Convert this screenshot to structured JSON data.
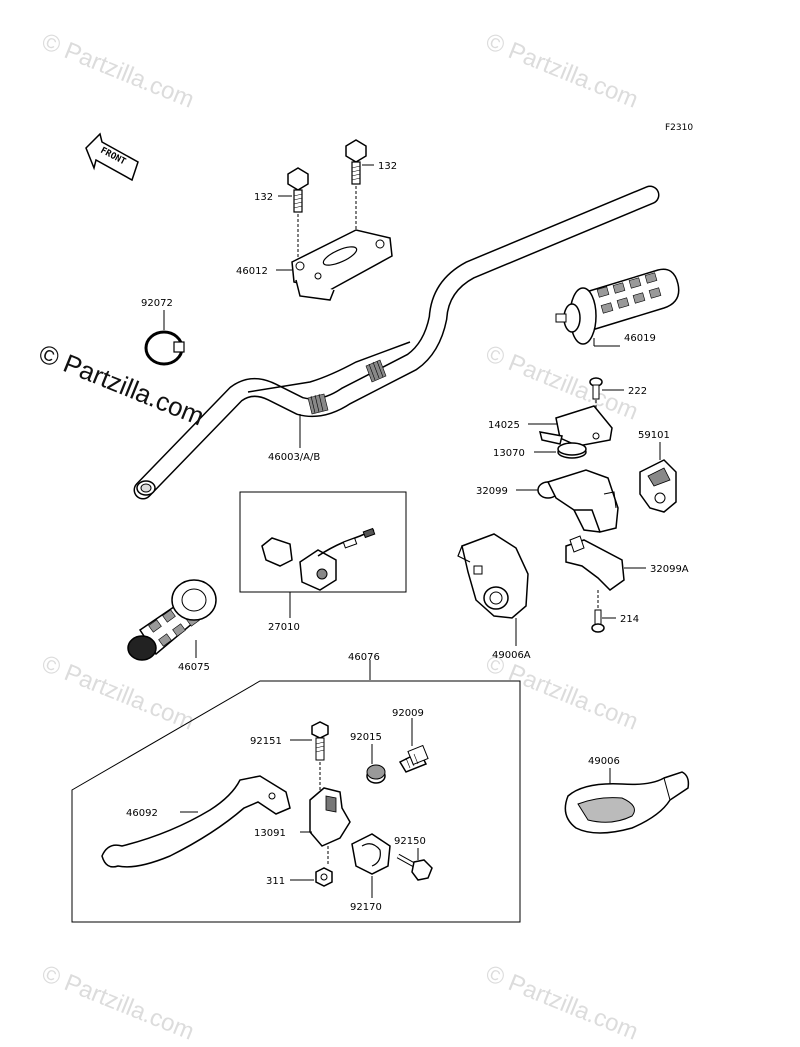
{
  "ref_code": "F2310",
  "front_label": "FRONT",
  "watermark": {
    "text": "© Partzilla.com",
    "main_text": "© Partzilla.com"
  },
  "parts": {
    "bolt_upper": "132",
    "bolt_left": "132",
    "holder_46012": "46012",
    "band_92072": "92072",
    "handlebar": "46003/A/B",
    "grip_right": "46019",
    "screw_222": "222",
    "cover_14025": "14025",
    "switch_59101": "59101",
    "cap_13070": "13070",
    "housing_32099": "32099",
    "housing_32099A": "32099A",
    "screw_214": "214",
    "switch_27010": "27010",
    "grip_left": "46075",
    "throttle_49006A": "49006A",
    "lever_assy": "46076",
    "bolt_92151": "92151",
    "nut_92015": "92015",
    "adjuster_92009": "92009",
    "lever_46092": "46092",
    "holder_13091": "13091",
    "bolt_92150": "92150",
    "nut_311": "311",
    "clamp_92170": "92170",
    "cover_49006": "49006"
  }
}
